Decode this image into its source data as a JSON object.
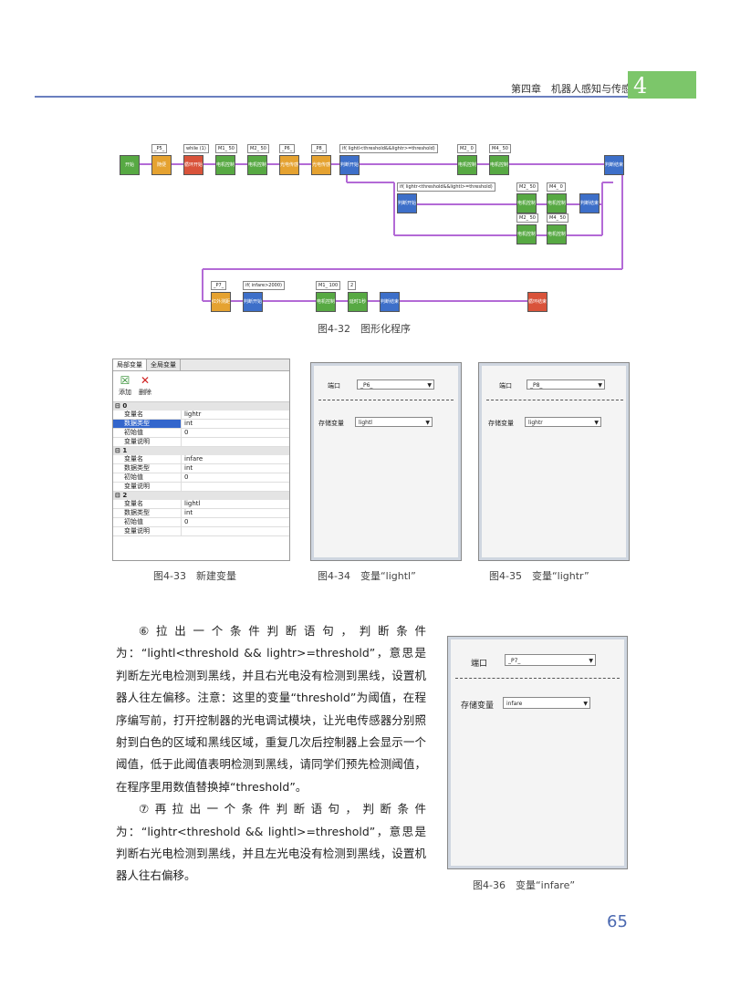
{
  "header": {
    "chapter": "第四章　机器人感知与传感器",
    "tab_number": "4"
  },
  "flow": {
    "row1": [
      {
        "label": "开始",
        "color": "green",
        "param": ""
      },
      {
        "label": "随便",
        "color": "orange",
        "param": "_P5_"
      },
      {
        "label": "循环开始",
        "color": "red",
        "param": "while (1)"
      },
      {
        "label": "电机控制",
        "color": "green",
        "param": "M1_ 50"
      },
      {
        "label": "电机控制",
        "color": "green",
        "param": "M2_ 50"
      },
      {
        "label": "光电传感",
        "color": "orange",
        "param": "_P6_"
      },
      {
        "label": "光电传感",
        "color": "orange",
        "param": "_P8_"
      },
      {
        "label": "判断开始",
        "color": "blue",
        "param": "if( lightl<threshold&&lightr>=threshold)"
      },
      {
        "label": "电机控制",
        "color": "green",
        "param": "M2_ 0"
      },
      {
        "label": "电机控制",
        "color": "green",
        "param": "M4_ 50"
      },
      {
        "label": "判断结束",
        "color": "blue",
        "param": ""
      }
    ],
    "row2": [
      {
        "label": "判断开始",
        "color": "blue",
        "param": "if( lightr<threshold&&lightl>=threshold)"
      },
      {
        "label": "电机控制",
        "color": "green",
        "param": "M2_ 50"
      },
      {
        "label": "电机控制",
        "color": "green",
        "param": "M4_ 0"
      },
      {
        "label": "判断结束",
        "color": "blue",
        "param": ""
      }
    ],
    "row3": [
      {
        "label": "电机控制",
        "color": "green",
        "param": "M2_ 50"
      },
      {
        "label": "电机控制",
        "color": "green",
        "param": "M4_ 50"
      }
    ],
    "row4": [
      {
        "label": "红外测距",
        "color": "orange",
        "param": "_P7_"
      },
      {
        "label": "判断开始",
        "color": "blue",
        "param": "if( infare>2000)"
      },
      {
        "label": "电机控制",
        "color": "green",
        "param": "M1_ 100"
      },
      {
        "label": "延时1秒",
        "color": "green",
        "param": "2"
      },
      {
        "label": "判断结束",
        "color": "blue",
        "param": ""
      },
      {
        "label": "循环结束",
        "color": "red",
        "param": ""
      }
    ]
  },
  "captions": {
    "fig32": "图4-32　图形化程序",
    "fig33": "图4-33　新建变量",
    "fig34": "图4-34　变量“lightl”",
    "fig35": "图4-35　变量“lightr”",
    "fig36": "图4-36　变量“infare”"
  },
  "var_panel": {
    "tabs": [
      "局部变量",
      "全局变量"
    ],
    "add_label": "添加",
    "delete_label": "删除",
    "groups": [
      {
        "id": "0",
        "rows": [
          [
            "变量名",
            "lightr"
          ],
          [
            "数据类型",
            "int"
          ],
          [
            "初始值",
            "0"
          ],
          [
            "变量说明",
            ""
          ]
        ]
      },
      {
        "id": "1",
        "rows": [
          [
            "变量名",
            "infare"
          ],
          [
            "数据类型",
            "int"
          ],
          [
            "初始值",
            "0"
          ],
          [
            "变量说明",
            ""
          ]
        ]
      },
      {
        "id": "2",
        "rows": [
          [
            "变量名",
            "lightl"
          ],
          [
            "数据类型",
            "int"
          ],
          [
            "初始值",
            "0"
          ],
          [
            "变量说明",
            ""
          ]
        ]
      }
    ]
  },
  "dialogs": {
    "port_label": "端口",
    "store_label": "存储变量",
    "d34": {
      "port": "_P6_",
      "var": "lightl"
    },
    "d35": {
      "port": "_P8_",
      "var": "lightr"
    },
    "d36": {
      "port": "_P7_",
      "var": "infare"
    }
  },
  "body": {
    "p1": "⑥拉出一个条件判断语句，判断条件为：“lightl<threshold && lightr>=threshold”，意思是判断左光电检测到黑线，并且右光电没有检测到黑线，设置机器人往左偏移。注意：这里的变量“threshold”为阈值，在程序编写前，打开控制器的光电调试模块，让光电传感器分别照射到白色的区域和黑线区域，重复几次后控制器上会显示一个阈值，低于此阈值表明检测到黑线，请同学们预先检测阈值，在程序里用数值替换掉“threshold”。",
    "p2": "⑦再拉出一个条件判断语句，判断条件为：“lightr<threshold && lightl>=threshold”，意思是判断右光电检测到黑线，并且左光电没有检测到黑线，设置机器人往右偏移。"
  },
  "page_number": "65"
}
